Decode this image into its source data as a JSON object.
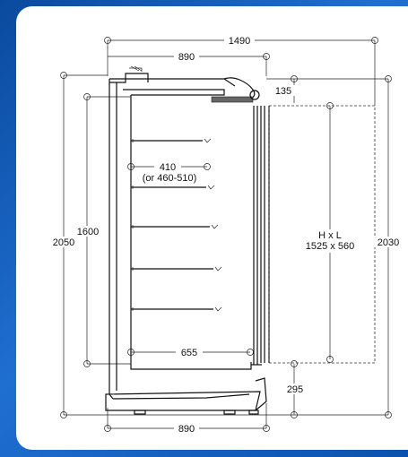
{
  "diagram": {
    "dimensions": {
      "overall_width": "1490",
      "top_depth": "890",
      "bottom_depth": "890",
      "canopy_offset": "135",
      "overall_height": "2050",
      "side_height": "2030",
      "shelf_zone_height": "1600",
      "shelf_depth": "410",
      "shelf_depth_alt": "(or 460-510)",
      "base_shelf_depth": "655",
      "base_offset": "295"
    },
    "door": {
      "title": "H x L",
      "size": "1525 x 560"
    }
  }
}
